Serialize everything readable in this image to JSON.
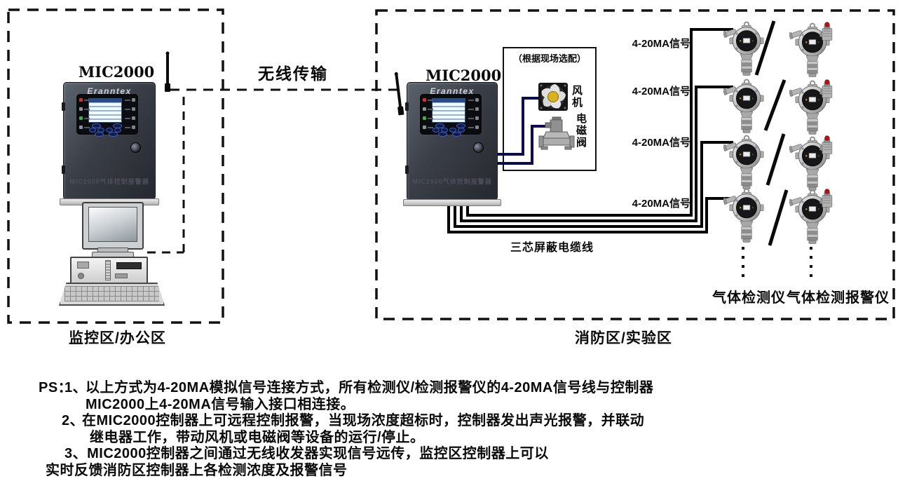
{
  "diagram": {
    "wireless_label": "无线传输",
    "regions": {
      "monitoring": "监控区/办公区",
      "fire": "消防区/实验区"
    },
    "controllers": {
      "left": {
        "model": "MIC2000",
        "brand": "Eranntex",
        "panel_label": "MIC2000气体控制报警器"
      },
      "right": {
        "model": "MIC2000",
        "brand": "Eranntex",
        "panel_label": "MIC2000气体控制报警器"
      }
    },
    "optional_box": {
      "title": "（根据现场选配）",
      "fan_label": "风机",
      "valve_label": "电磁阀"
    },
    "signals": {
      "row1": "4-20MA信号",
      "row2": "4-20MA信号",
      "row3": "4-20MA信号",
      "row4": "4-20MA信号",
      "cable_label": "三芯屏蔽电缆线"
    },
    "detector_labels": {
      "plain": "气体检测仪",
      "alarm": "气体检测报警仪"
    },
    "notes": {
      "prefix": "PS：",
      "num1": "1、",
      "num2": "2、",
      "line1": "以上方式为4-20MA模拟信号连接方式，所有检测仪/检测报警仪的4-20MA信号线与控制器",
      "line2": "MIC2000上4-20MA信号输入接口相连接。",
      "line3": "在MIC2000控制器上可远程控制报警，当现场浓度超标时，控制器发出声光报警，并联动",
      "line4": "继电器工作，带动风机或电磁阀等设备的运行/停止。",
      "line5": "3、MIC2000控制器之间通过无线收发器实现信号远传，监控区控制器上可以",
      "line6": "实时反馈消防区控制器上各检测浓度及报警信号"
    },
    "colors": {
      "wire_navy": "#0b0b52",
      "cable_black": "#000000",
      "alarm_red": "#c01010",
      "fan_hub_yellow": "#d9b31f"
    }
  }
}
